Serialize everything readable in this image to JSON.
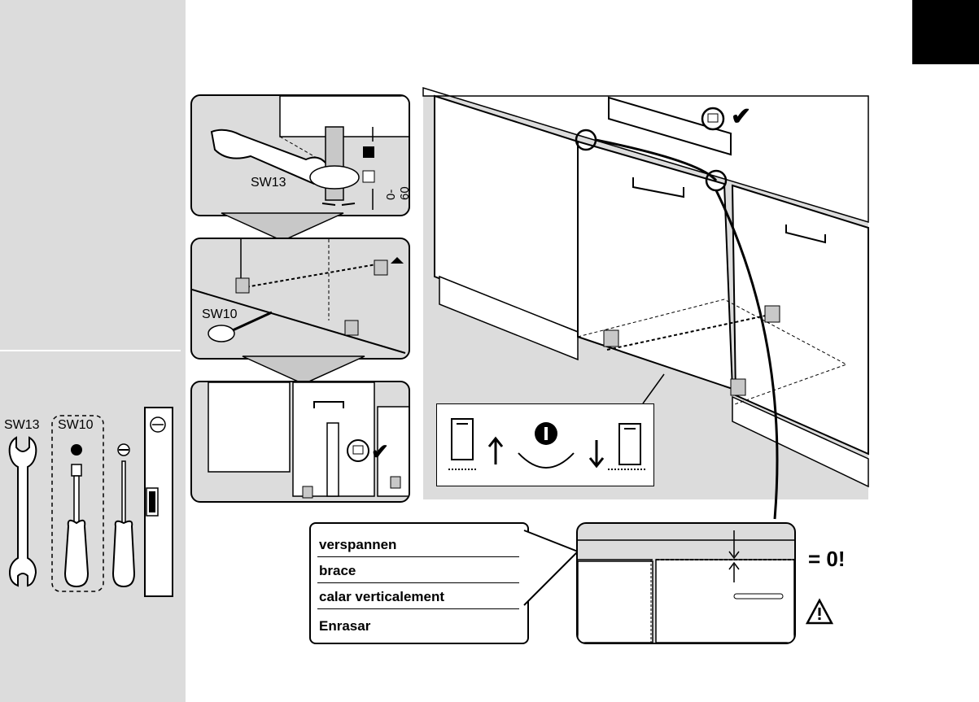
{
  "sidebar": {
    "tools": [
      {
        "label": "SW13",
        "icon": "open-end-wrench-icon"
      },
      {
        "label": "SW10",
        "icon": "hex-screwdriver-icon"
      },
      {
        "label": "",
        "icon": "flat-screwdriver-icon"
      },
      {
        "label": "",
        "icon": "spirit-level-icon"
      }
    ]
  },
  "steps": {
    "step1": {
      "wrench_size": "SW13",
      "range": "0-60 mm"
    },
    "step2": {
      "tool_size": "SW10"
    },
    "step3": {
      "check": "✔"
    }
  },
  "main": {
    "check": "✔",
    "zoom": {
      "equals": "= 0!",
      "warning_icon": "warning-triangle-icon"
    }
  },
  "terms": [
    "verspannen",
    "brace",
    "calar verticalement",
    "Enrasar"
  ],
  "colors": {
    "background_gray": "#dcdcdc",
    "tab_black": "#000000"
  }
}
